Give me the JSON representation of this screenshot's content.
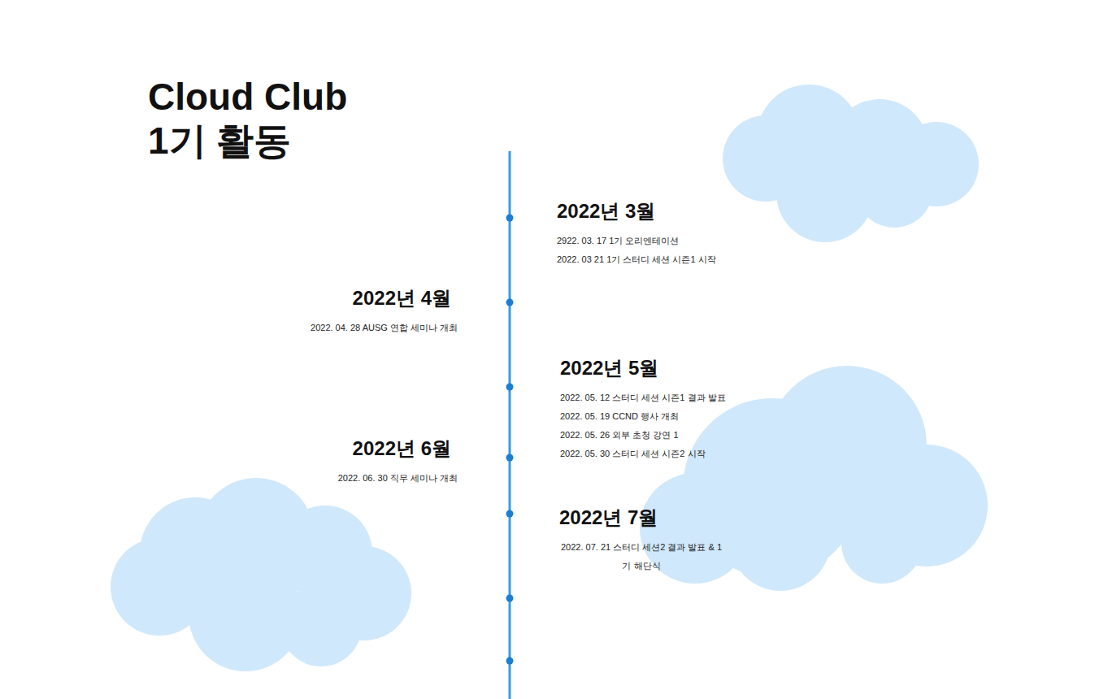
{
  "diagram": {
    "title": "Cloud Club 1기 활동",
    "nodes": [
      {
        "text": [
          "2022년 3월",
          "2922. 03. 17 1기 오리엔테이션",
          "2022. 03 21 1기 스터디 세션 시즌1 시작"
        ]
      },
      {
        "text": [
          "2022년 4월",
          "2022. 04. 28 AUSG 연합 세미나 개최"
        ]
      },
      {
        "text": [
          "2022년 5월",
          "2022. 05. 12 스터디 세션 시즌1 결과 발표",
          "2022. 05. 19 CCND 행사 개최",
          "2022. 05. 26 외부 초청 강연 1",
          "2022. 05. 30 스터디 세션 시즌2 시작"
        ]
      },
      {
        "text": [
          "2022년 6월",
          "2022. 06. 30 직무 세미나 개최"
        ]
      },
      {
        "text": [
          "2022년 7월",
          "2022. 07. 21 스터디 세션2 결과 발표 & 1기 해단식"
        ]
      }
    ]
  }
}
